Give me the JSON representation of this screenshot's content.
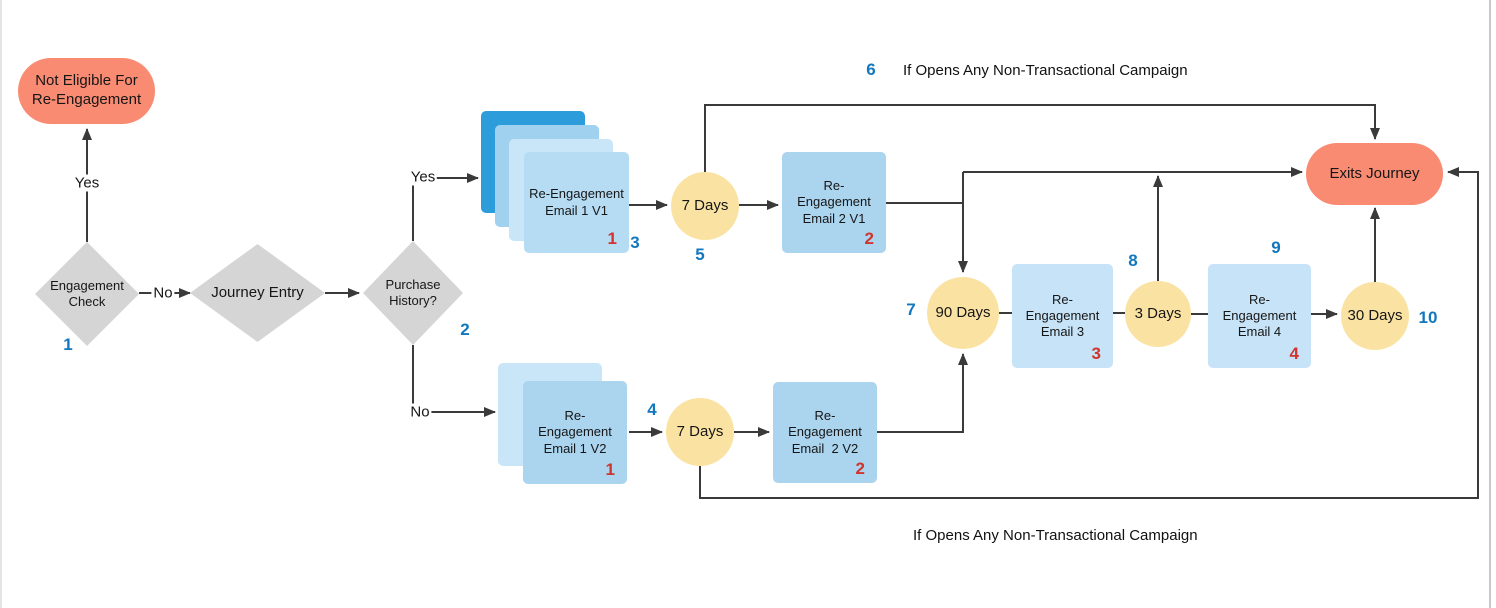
{
  "colors": {
    "terminator": "#f98b72",
    "decision": "#d5d5d5",
    "delay": "#fae3a2",
    "process": "#abd4ef",
    "process_light": "#c7e3f7",
    "process_mid": "#a0d2f0",
    "process_dark": "#2d9cdb",
    "stack_front_top": "#b6dcf4",
    "stack_back_light": "#c9e6f8",
    "line": "#3a3a3a",
    "number_blue": "#1277bd",
    "number_red": "#d0342c",
    "canvas_edge": "#c9c9c9"
  },
  "nodes": {
    "not_eligible": "Not Eligible For Re-Engagement",
    "engagement_check": "Engagement Check",
    "journey_entry": "Journey Entry",
    "purchase_history": "Purchase History?",
    "email1_v1": "Re-Engagement Email 1 V1",
    "delay_7_days_v1": "7 Days",
    "email2_v1": "Re-Engagement Email 2 V1",
    "delay_90_days": "90 Days",
    "email3": "Re-Engagement Email 3",
    "delay_3_days": "3 Days",
    "email4": "Re-Engagement Email 4",
    "delay_30_days": "30 Days",
    "exits_journey": "Exits Journey",
    "email1_v2": "Re-Engagement Email 1 V2",
    "delay_7_days_v2": "7 Days",
    "email2_v2": "Re-Engagement Email  2 V2"
  },
  "edge_labels": {
    "engagement_yes": "Yes",
    "engagement_no": "No",
    "purchase_yes": "Yes",
    "purchase_no": "No"
  },
  "annotations": {
    "top": "If Opens Any Non-Transactional Campaign",
    "bottom": "If Opens Any Non-Transactional Campaign"
  },
  "numbers": {
    "blue": [
      "1",
      "2",
      "3",
      "4",
      "5",
      "6",
      "7",
      "8",
      "9",
      "10"
    ],
    "red": [
      "1",
      "2",
      "3",
      "4",
      "1",
      "2"
    ]
  }
}
